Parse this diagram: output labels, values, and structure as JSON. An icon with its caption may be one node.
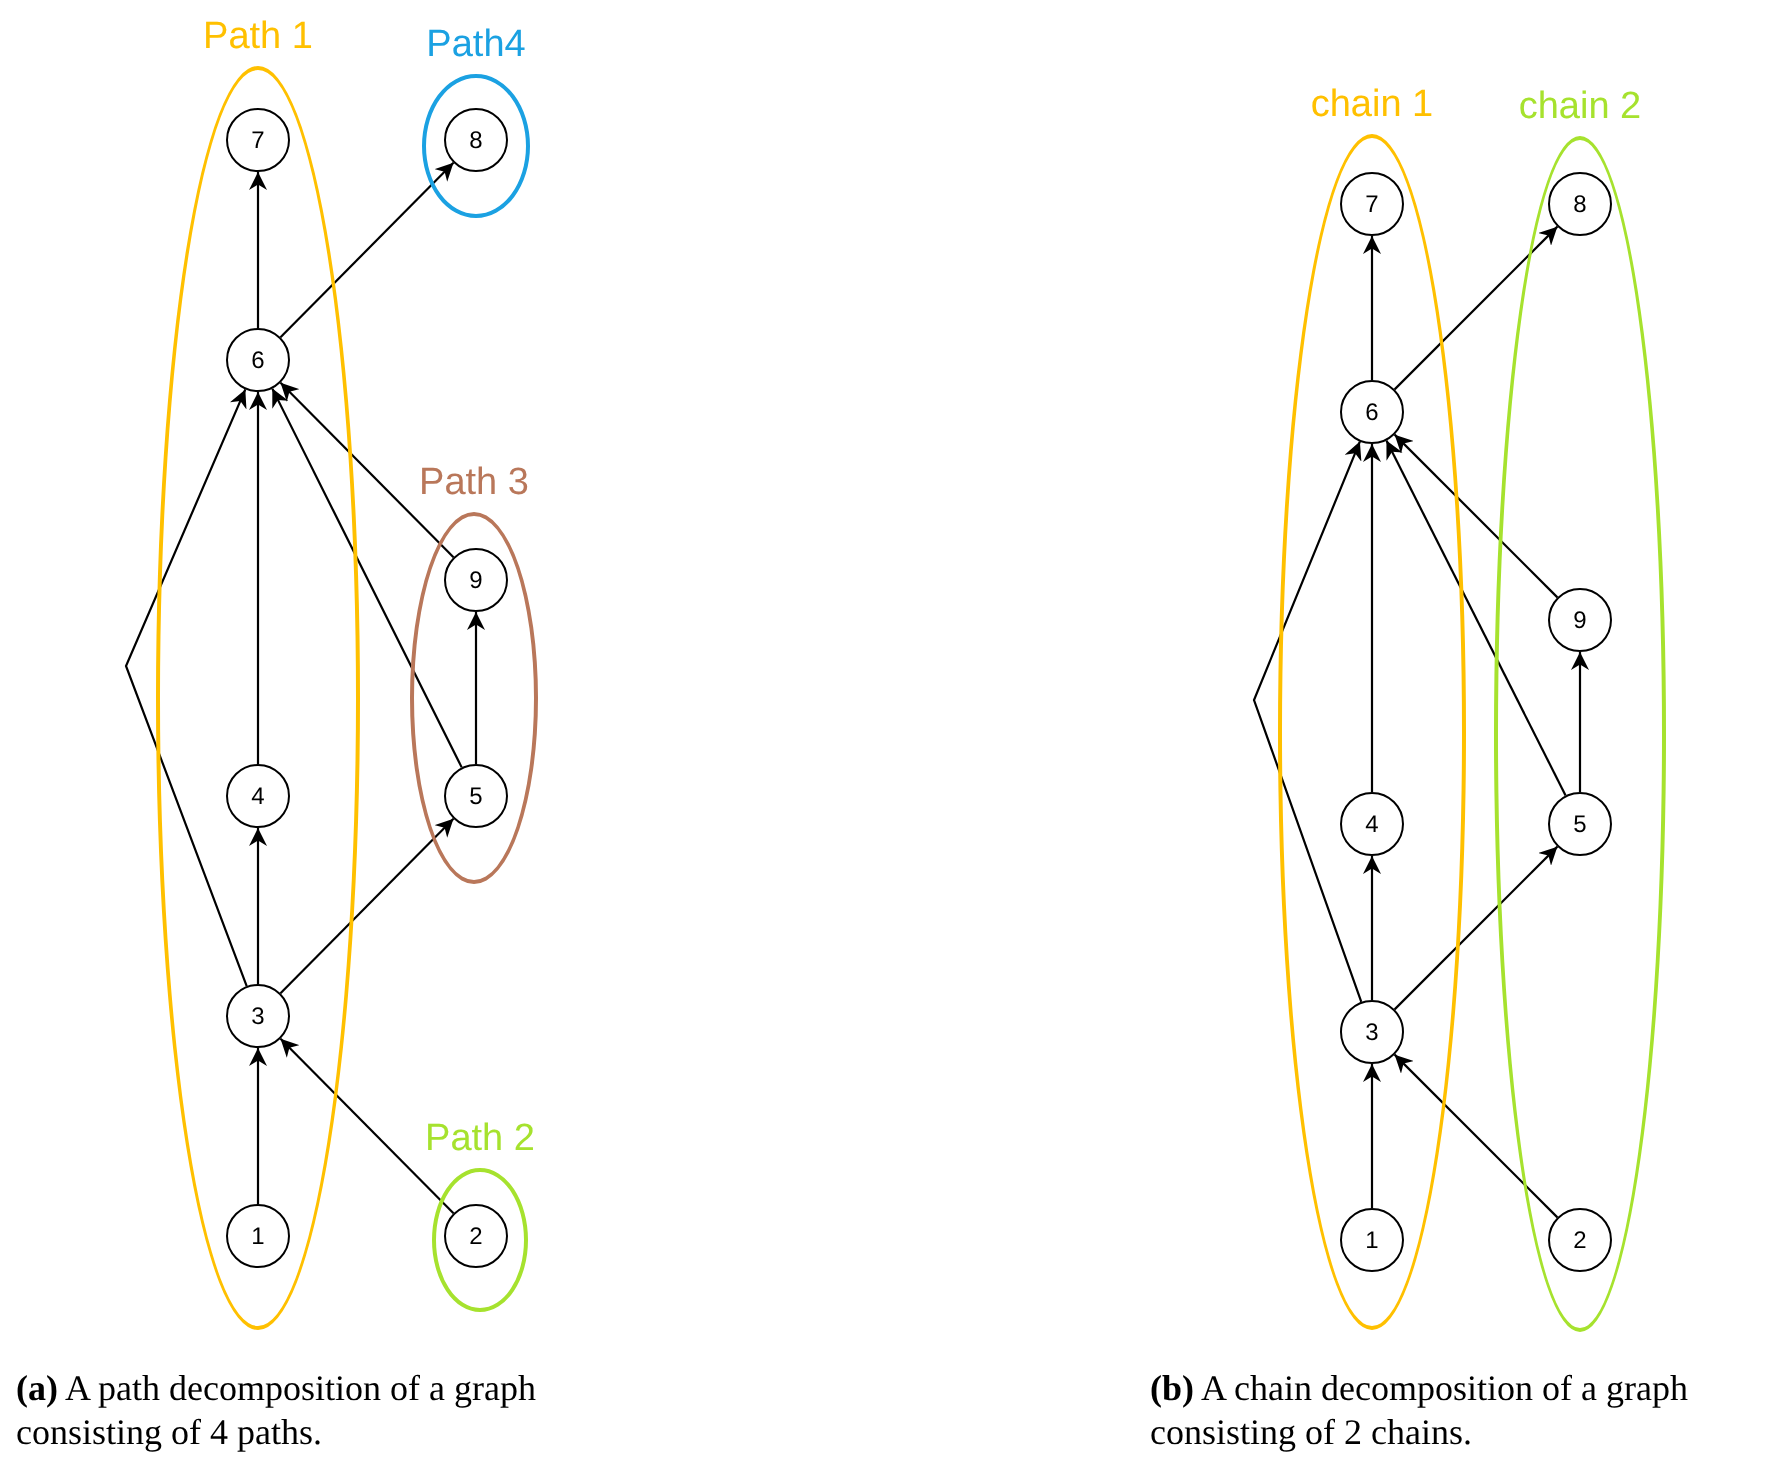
{
  "diagram": {
    "nodes": [
      {
        "text": [
          "Path 1"
        ]
      },
      {
        "text": [
          "7"
        ],
        "in": 0
      },
      {
        "text": [
          "6"
        ],
        "in": 0
      },
      {
        "text": [
          "4"
        ],
        "in": 0
      },
      {
        "text": [
          "3"
        ],
        "in": 0
      },
      {
        "text": [
          "1"
        ],
        "in": 0
      },
      {
        "text": [
          "Path4"
        ]
      },
      {
        "text": [
          "8"
        ],
        "in": 6
      },
      {
        "text": [
          "Path 3"
        ]
      },
      {
        "text": [
          "9"
        ],
        "in": 8
      },
      {
        "text": [
          "5"
        ],
        "in": 8
      },
      {
        "text": [
          "Path 2"
        ]
      },
      {
        "text": [
          "2"
        ],
        "in": 11
      },
      {
        "text": [
          "chain 1"
        ]
      },
      {
        "text": [
          "7"
        ],
        "in": 13
      },
      {
        "text": [
          "6"
        ],
        "in": 13
      },
      {
        "text": [
          "4"
        ],
        "in": 13
      },
      {
        "text": [
          "3"
        ],
        "in": 13
      },
      {
        "text": [
          "1"
        ],
        "in": 13
      },
      {
        "text": [
          "chain 2"
        ]
      },
      {
        "text": [
          "8"
        ],
        "in": 19
      },
      {
        "text": [
          "9"
        ],
        "in": 19
      },
      {
        "text": [
          "5"
        ],
        "in": 19
      },
      {
        "text": [
          "2"
        ],
        "in": 19
      }
    ],
    "edges": [
      {
        "from": 5,
        "to": 4,
        "arrow": "to"
      },
      {
        "from": 12,
        "to": 4,
        "arrow": "to"
      },
      {
        "from": 4,
        "to": 3,
        "arrow": "to"
      },
      {
        "from": 3,
        "to": 2,
        "arrow": "to"
      },
      {
        "from": 4,
        "to": 2,
        "arrow": "to"
      },
      {
        "from": 4,
        "to": 10,
        "arrow": "to"
      },
      {
        "from": 10,
        "to": 9,
        "arrow": "to"
      },
      {
        "from": 10,
        "to": 2,
        "arrow": "to"
      },
      {
        "from": 9,
        "to": 2,
        "arrow": "to"
      },
      {
        "from": 2,
        "to": 1,
        "arrow": "to"
      },
      {
        "from": 2,
        "to": 7,
        "arrow": "to"
      },
      {
        "from": 18,
        "to": 17,
        "arrow": "to"
      },
      {
        "from": 23,
        "to": 17,
        "arrow": "to"
      },
      {
        "from": 17,
        "to": 16,
        "arrow": "to"
      },
      {
        "from": 16,
        "to": 15,
        "arrow": "to"
      },
      {
        "from": 17,
        "to": 15,
        "arrow": "to"
      },
      {
        "from": 17,
        "to": 22,
        "arrow": "to"
      },
      {
        "from": 22,
        "to": 21,
        "arrow": "to"
      },
      {
        "from": 22,
        "to": 15,
        "arrow": "to"
      },
      {
        "from": 21,
        "to": 15,
        "arrow": "to"
      },
      {
        "from": 15,
        "to": 14,
        "arrow": "to"
      },
      {
        "from": 15,
        "to": 20,
        "arrow": "to"
      }
    ],
    "labels": [
      "**(a)** A path decomposition of a graph consisting of 4 paths.",
      "**(b)** A chain decomposition of a graph consisting of 2 chains."
    ]
  }
}
